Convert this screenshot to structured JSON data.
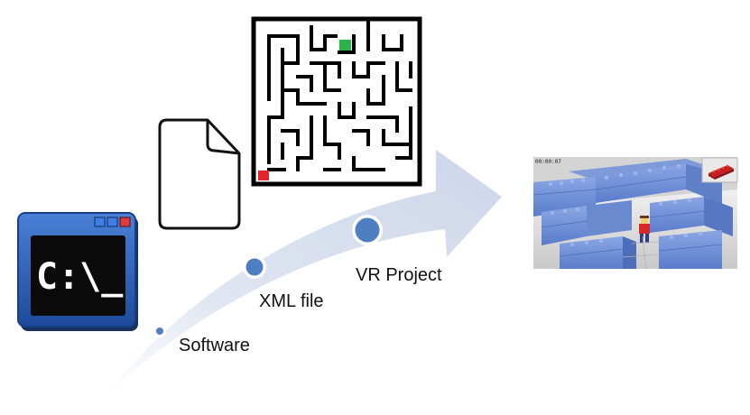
{
  "stages": [
    {
      "label": "Software"
    },
    {
      "label": "XML file"
    },
    {
      "label": "VR Project"
    }
  ],
  "icons": {
    "terminal": "command-prompt-icon",
    "file": "document-icon",
    "maze": "maze-icon",
    "vr_scene": "lego-maze-vr-screenshot"
  },
  "terminal": {
    "prompt": "C:\\_"
  },
  "vr_scene": {
    "timer": "00:00:07"
  },
  "colors": {
    "arrow": "#d5dcec",
    "stage_dot": "#4f7fc3",
    "maze_start": "#2db34a",
    "maze_end": "#e3262b",
    "terminal_frame": "#2f63b8",
    "lego_blue": "#6f8fd6"
  }
}
